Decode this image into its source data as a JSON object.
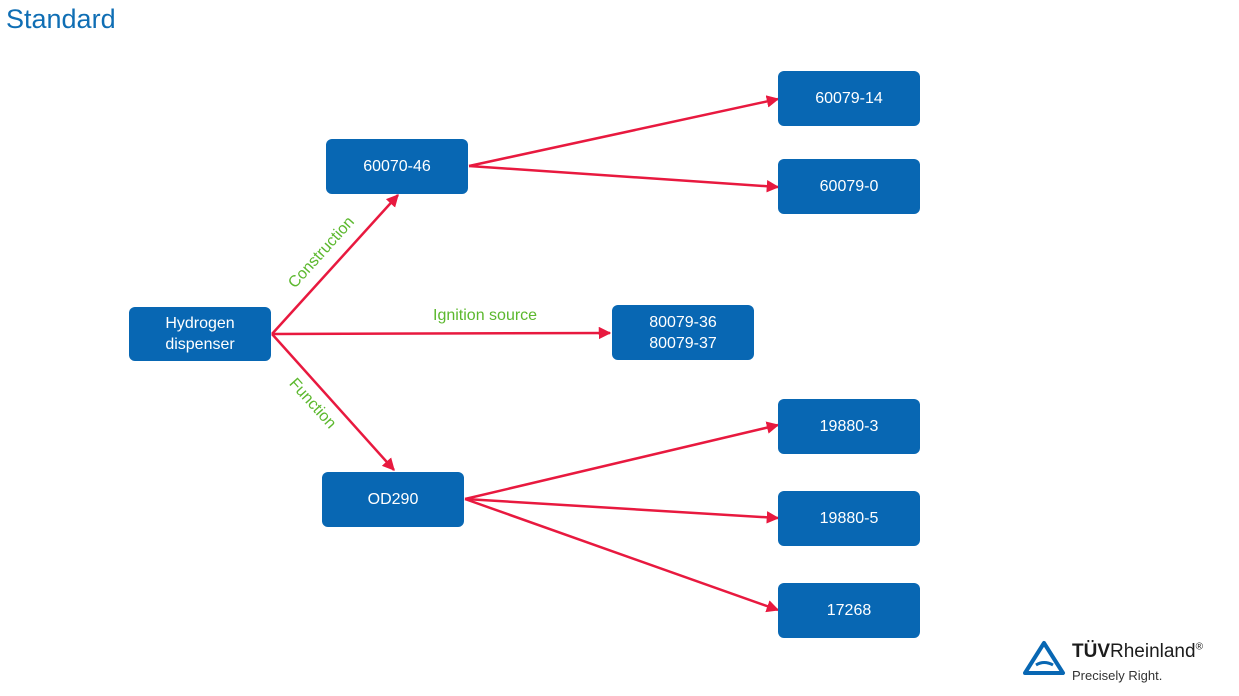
{
  "title": "Standard",
  "colors": {
    "node_fill": "#0867b3",
    "edge": "#e8193f",
    "edge_label": "#5cb82e",
    "title": "#0f6eb4"
  },
  "nodes": {
    "root": [
      "Hydrogen",
      "dispenser"
    ],
    "n60070_46": "60070-46",
    "n60079_14": "60079-14",
    "n60079_0": "60079-0",
    "n80079": [
      "80079-36",
      "80079-37"
    ],
    "od290": "OD290",
    "n19880_3": "19880-3",
    "n19880_5": "19880-5",
    "n17268": "17268"
  },
  "edge_labels": {
    "construction": "Construction",
    "ignition": "Ignition source",
    "function": "Function"
  },
  "logo": {
    "brand_bold": "TÜV",
    "brand_rest": "Rheinland",
    "registered": "®",
    "tagline": "Precisely Right."
  }
}
